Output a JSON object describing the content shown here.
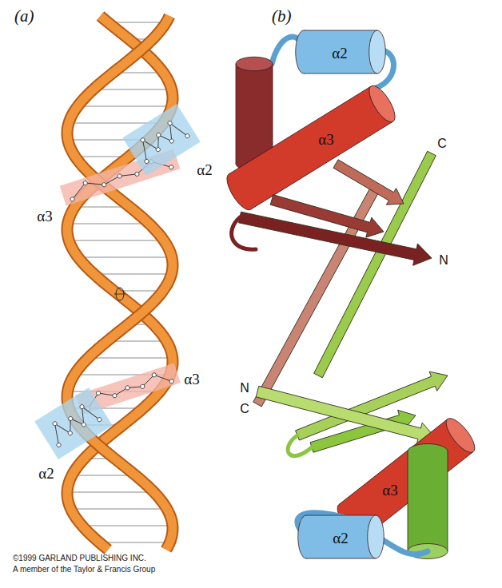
{
  "diagram": {
    "labels": [
      "(a)",
      "(b)",
      "α2",
      "α3",
      "α3",
      "α2",
      "α2",
      "α3",
      "C",
      "N",
      "N",
      "C",
      "α3",
      "α2",
      "©1999 GARLAND PUBLISHING INC.",
      "A member of the Taylor & Francis Group"
    ]
  }
}
